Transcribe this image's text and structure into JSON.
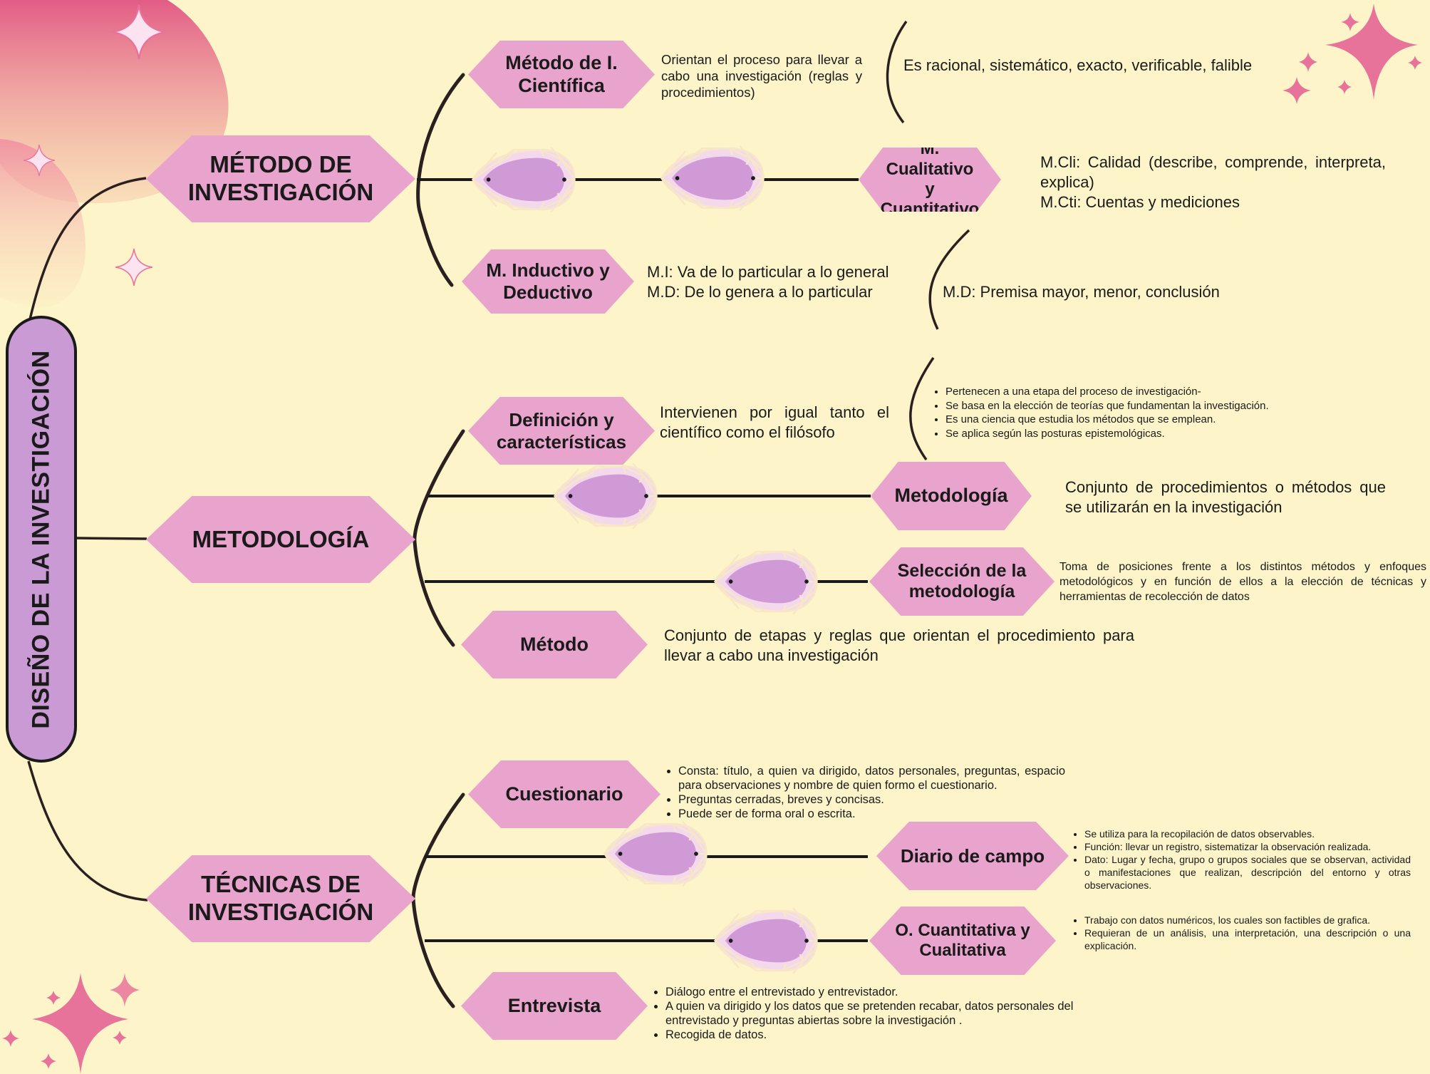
{
  "colors": {
    "background": "#fdf5c9",
    "node_fill": "#e8a4cc",
    "title_fill": "#c99ad3",
    "gem_fill": "#cf9ad5",
    "line": "#1a1a1a",
    "sparkle": "#e8739a"
  },
  "title": "DISEÑO DE LA INVESTIGACIÓN",
  "branches": {
    "metodo_investigacion": {
      "label": "MÉTODO DE INVESTIGACIÓN",
      "cientifica": {
        "label": "Método de I. Científica",
        "desc": "Orientan el proceso para llevar a cabo una investigación (reglas y procedimientos)",
        "detail": "Es racional, sistemático, exacto, verificable, falible"
      },
      "cualitativo": {
        "label": "M. Cualitativo y Cuantitativo",
        "desc_line1": "M.Cli: Calidad (describe, comprende, interpreta, explica)",
        "desc_line2": "M.Cti: Cuentas y mediciones"
      },
      "inductivo": {
        "label": "M. Inductivo y Deductivo",
        "desc_line1": "M.I: Va de lo particular a lo general",
        "desc_line2": "M.D: De lo genera a lo particular",
        "detail": "M.D: Premisa mayor, menor, conclusión"
      }
    },
    "metodologia": {
      "label": "METODOLOGÍA",
      "definicion": {
        "label": "Definición y características",
        "desc": "Intervienen por igual tanto el científico como el filósofo",
        "bullets": [
          "Pertenecen a una etapa del proceso de investigación-",
          "Se basa en la elección de teorías que fundamentan la investigación.",
          "Es una ciencia que estudia los métodos que se emplean.",
          "Se aplica según las posturas epistemológicas."
        ]
      },
      "metodologia_node": {
        "label": "Metodología",
        "desc": "Conjunto de procedimientos o métodos que se utilizarán en la investigación"
      },
      "seleccion": {
        "label": "Selección de la metodología",
        "desc": "Toma de posiciones frente a los distintos métodos y enfoques metodológicos y en función de ellos a la elección de técnicas y herramientas de recolección de datos"
      },
      "metodo": {
        "label": "Método",
        "desc": "Conjunto de etapas y reglas que orientan el procedimiento para llevar a cabo una investigación"
      }
    },
    "tecnicas": {
      "label": "TÉCNICAS DE INVESTIGACIÓN",
      "cuestionario": {
        "label": "Cuestionario",
        "bullets": [
          "Consta: título, a quien va dirigido, datos personales, preguntas, espacio para observaciones y nombre de quien formo el cuestionario.",
          "Preguntas cerradas, breves y concisas.",
          "Puede ser de forma oral o escrita."
        ]
      },
      "diario": {
        "label": "Diario de campo",
        "bullets": [
          "Se utiliza para la recopilación de datos observables.",
          "Función: llevar un registro, sistematizar la observación realizada.",
          "Dato: Lugar y fecha, grupo o grupos sociales que se observan, actividad o manifestaciones que realizan, descripción del entorno y otras observaciones."
        ]
      },
      "observacion": {
        "label": "O. Cuantitativa y Cualitativa",
        "bullets": [
          "Trabajo con datos numéricos, los cuales son factibles de grafica.",
          "Requieran de un análisis, una interpretación, una descripción o una explicación."
        ]
      },
      "entrevista": {
        "label": "Entrevista",
        "bullets": [
          "Diálogo entre el entrevistado y entrevistador.",
          "A quien va dirigido y los datos que se pretenden recabar, datos personales del entrevistado y preguntas abiertas sobre la investigación .",
          "Recogida de datos."
        ]
      }
    }
  }
}
